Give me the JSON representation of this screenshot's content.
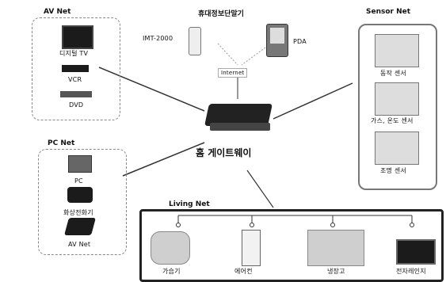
{
  "top_caption": "휴대정보단말기",
  "imt_label": "IMT-2000",
  "pda_label": "PDA",
  "internet_label": "Internet",
  "gateway_label": "홈 게이트웨이",
  "av_net": {
    "title": "AV Net",
    "items": [
      "디지털 TV",
      "VCR",
      "DVD"
    ]
  },
  "pc_net": {
    "title": "PC Net",
    "items": [
      "PC",
      "화상전화기",
      "AV Net"
    ]
  },
  "sensor_net": {
    "title": "Sensor Net",
    "items": [
      "동작 센서",
      "가스, 온도 센서",
      "조명 센서"
    ]
  },
  "living_net": {
    "title": "Living Net",
    "items": [
      "가습기",
      "에어컨",
      "냉장고",
      "전자레인지"
    ]
  }
}
